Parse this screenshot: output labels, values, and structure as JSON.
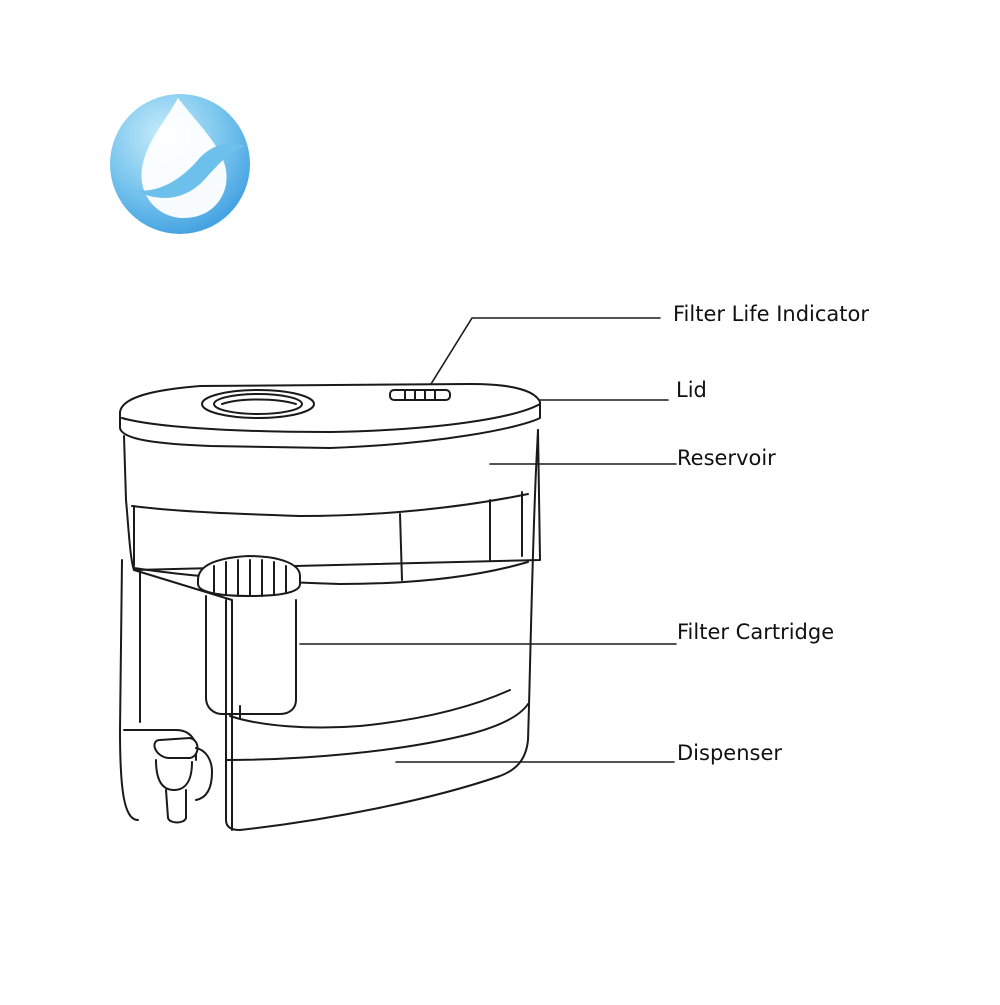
{
  "logo": {
    "icon": "water-drop-icon",
    "colors": {
      "light": "#a9dcf3",
      "mid": "#5fb8ea",
      "dark": "#3f9fe0"
    }
  },
  "labels": {
    "filter_life_indicator": "Filter Life Indicator",
    "lid": "Lid",
    "reservoir": "Reservoir",
    "filter_cartridge": "Filter Cartridge",
    "dispenser": "Dispenser"
  },
  "colors": {
    "line": "#1a1a1a",
    "text": "#111111"
  }
}
